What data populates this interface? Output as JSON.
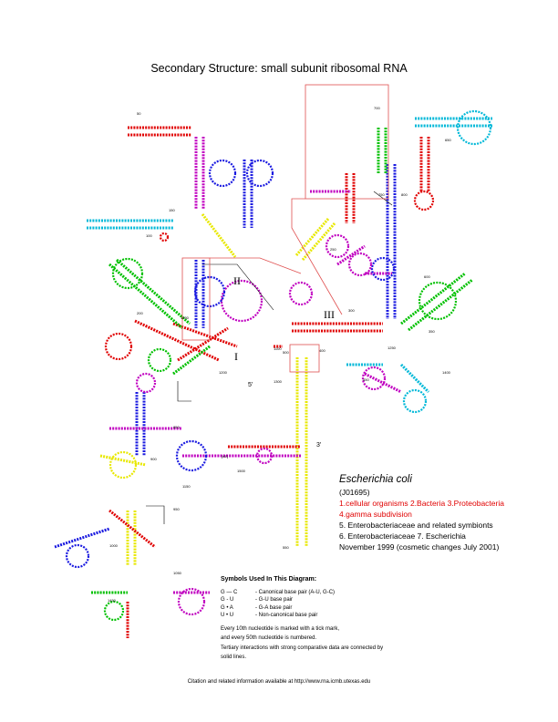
{
  "title": "Secondary Structure: small subunit ribosomal RNA",
  "colors": {
    "red": "#e00000",
    "green": "#00c000",
    "blue": "#1a1ae0",
    "magenta": "#c000c0",
    "cyan": "#00b8d8",
    "yellow": "#e8e800",
    "box": "#e05050"
  },
  "domain_labels": {
    "d1": "I",
    "d2": "II",
    "d3": "III"
  },
  "end_labels": {
    "five": "5'",
    "three": "3'"
  },
  "nucleotide_numbers": [
    "50",
    "100",
    "150",
    "200",
    "250",
    "300",
    "350",
    "400",
    "450",
    "500",
    "550",
    "600",
    "650",
    "700",
    "750",
    "800",
    "850",
    "900",
    "950",
    "1000",
    "1050",
    "1100",
    "1150",
    "1200",
    "1250",
    "1300",
    "1350",
    "1400",
    "1450",
    "1500",
    "[x5']"
  ],
  "organism": {
    "species": "Escherichia coli",
    "accession": "(J01695)",
    "lineage_red_1": "1.cellular organisms 2.Bacteria 3.Proteobacteria",
    "lineage_red_2": "4.gamma subdivision",
    "lineage_3": "5. Enterobacteriaceae and related symbionts",
    "lineage_4": "6. Enterobacteriaceae 7. Escherichia",
    "date": "November 1999 (cosmetic changes July 2001)"
  },
  "legend": {
    "heading": "Symbols Used In This Diagram:",
    "items": [
      {
        "symbol": "G — C",
        "text": "- Canonical base pair (A-U, G-C)"
      },
      {
        "symbol": "G - U",
        "text": "- G-U base pair"
      },
      {
        "symbol": "G • A",
        "text": "- G-A base pair"
      },
      {
        "symbol": "U • U",
        "text": "- Non-canonical base pair"
      }
    ],
    "note1": "Every 10th nucleotide is marked with a tick mark,",
    "note2": "and every 50th nucleotide is numbered.",
    "note3": "Tertiary interactions with strong comparative data are connected by",
    "note4": "solid lines."
  },
  "citation": "Citation and related information available at http://www.rna.icmb.utexas.edu"
}
